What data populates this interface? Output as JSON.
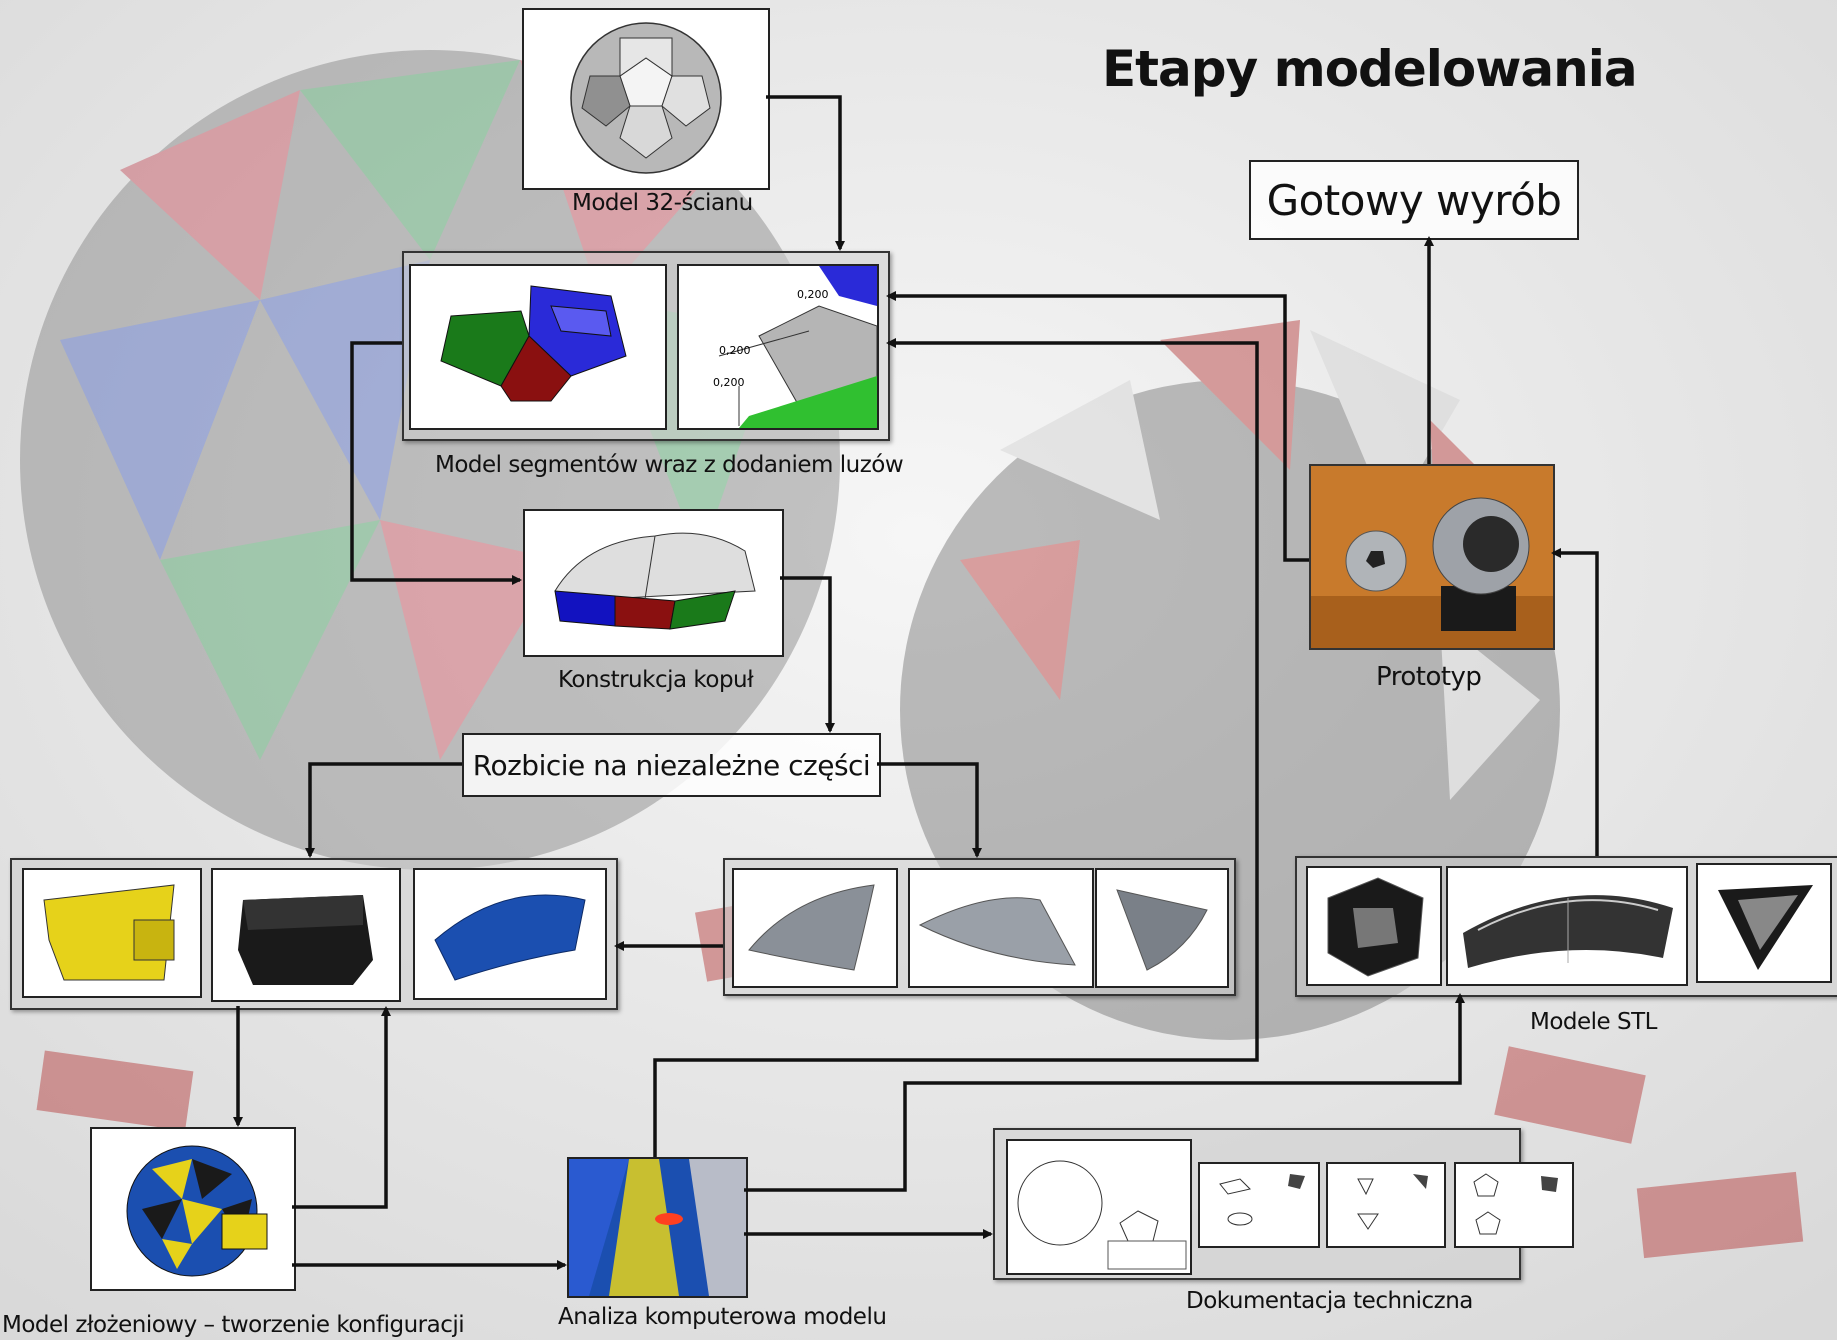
{
  "title": "Etapy modelowania",
  "nodes": {
    "model32": "Model 32-ścianu",
    "segments": "Model segmentów wraz z dodaniem luzów",
    "domes": "Konstrukcja kopuł",
    "split": "Rozbicie na niezależne części",
    "assembly": "Model złożeniowy – tworzenie konfiguracji",
    "analysis": "Analiza komputerowa modelu",
    "documentation": "Dokumentacja techniczna",
    "stl": "Modele STL",
    "prototype": "Prototyp",
    "finished": "Gotowy wyrób"
  },
  "segment_dimensions": [
    "0,200",
    "0,200",
    "0,200"
  ],
  "colors": {
    "yellow": "#e6d21a",
    "blue": "#1b4fb0",
    "black": "#1a1a1a",
    "green": "#1a7a1a",
    "red": "#8a1010",
    "grey": "#8a9098"
  }
}
